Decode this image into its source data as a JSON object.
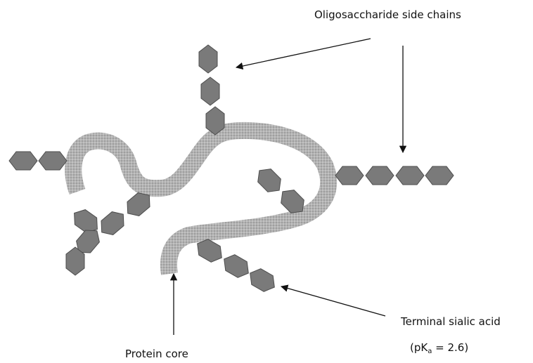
{
  "labels": {
    "oligosaccharide": "Oligosaccharide side chains",
    "sialic": "Terminal sialic acid",
    "pka_prefix": "(pK",
    "pka_sub": "a",
    "pka_suffix": " = 2.6)",
    "protein_core": "Protein core"
  },
  "colors": {
    "backbone": "#ababab",
    "sugar_fill": "#7a7a7a",
    "sugar_stroke": "#4d4d4d",
    "arrow": "#111111",
    "text": "#111111"
  }
}
